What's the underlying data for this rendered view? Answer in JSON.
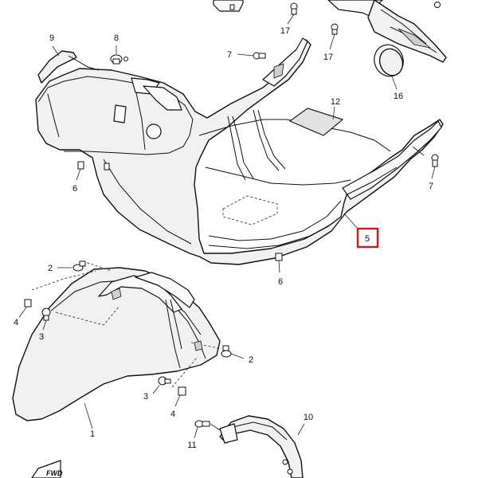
{
  "diagram": {
    "highlight_color": "#d7151c",
    "highlighted_callout": "5",
    "callouts": {
      "c1": "1",
      "c2a": "2",
      "c2b": "2",
      "c3a": "3",
      "c3b": "3",
      "c4a": "4",
      "c4b": "4",
      "c5": "5",
      "c6a": "6",
      "c6b": "6",
      "c7a": "7",
      "c7b": "7",
      "c8": "8",
      "c9": "9",
      "c10": "10",
      "c11": "11",
      "c12": "12",
      "c16": "16",
      "c17a": "17",
      "c17b": "17"
    },
    "fwd_mark": "FWD"
  }
}
